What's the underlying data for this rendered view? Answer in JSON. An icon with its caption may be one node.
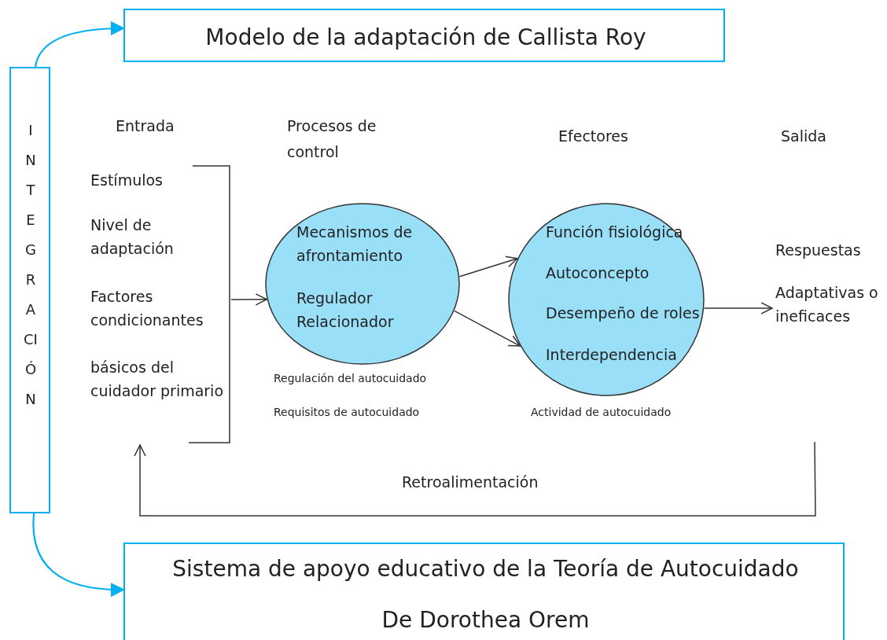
{
  "diagram": {
    "nodes": [
      {
        "text": [
          "Modelo de la adaptación de Callista Roy"
        ]
      },
      {
        "text": [
          "INTEGRACIÓN"
        ]
      },
      {
        "text": [
          "Sistema de apoyo educativo de la Teoría de Autocuidado",
          "De Dorothea Orem"
        ]
      },
      {
        "text": [
          "Estímulos",
          "Nivel de adaptación",
          "Factores condicionantes",
          "básicos del cuidador primario"
        ]
      },
      {
        "text": [
          "Mecanismos de afrontamiento",
          "Regulador Relacionador"
        ],
        "beside": [
          "Regulación del autocuidado",
          "Requisitos de autocuidado"
        ]
      },
      {
        "text": [
          "Función fisiológica",
          "Autoconcepto",
          "Desempeño de roles",
          "Interdependencia"
        ],
        "beside": [
          "Actividad de autocuidado"
        ]
      },
      {
        "text": [
          "Respuestas",
          "Adaptativas o ineficaces"
        ]
      }
    ],
    "edges": [
      {
        "from": 1,
        "to": 0,
        "arrow": "to",
        "color": "#00b0f0"
      },
      {
        "from": 1,
        "to": 2,
        "arrow": "to",
        "color": "#00b0f0"
      },
      {
        "from": 3,
        "to": 4,
        "arrow": "to"
      },
      {
        "from": 4,
        "to": 5,
        "arrow": "to"
      },
      {
        "from": 4,
        "to": 5,
        "arrow": "to"
      },
      {
        "from": null,
        "to": 3,
        "arrow": "to",
        "label": "Retroalimentación"
      },
      {
        "from": 5,
        "to": 6,
        "arrow": "to"
      }
    ],
    "labels": [
      "Entrada",
      "Procesos de control",
      "Efectores",
      "Salida"
    ]
  }
}
